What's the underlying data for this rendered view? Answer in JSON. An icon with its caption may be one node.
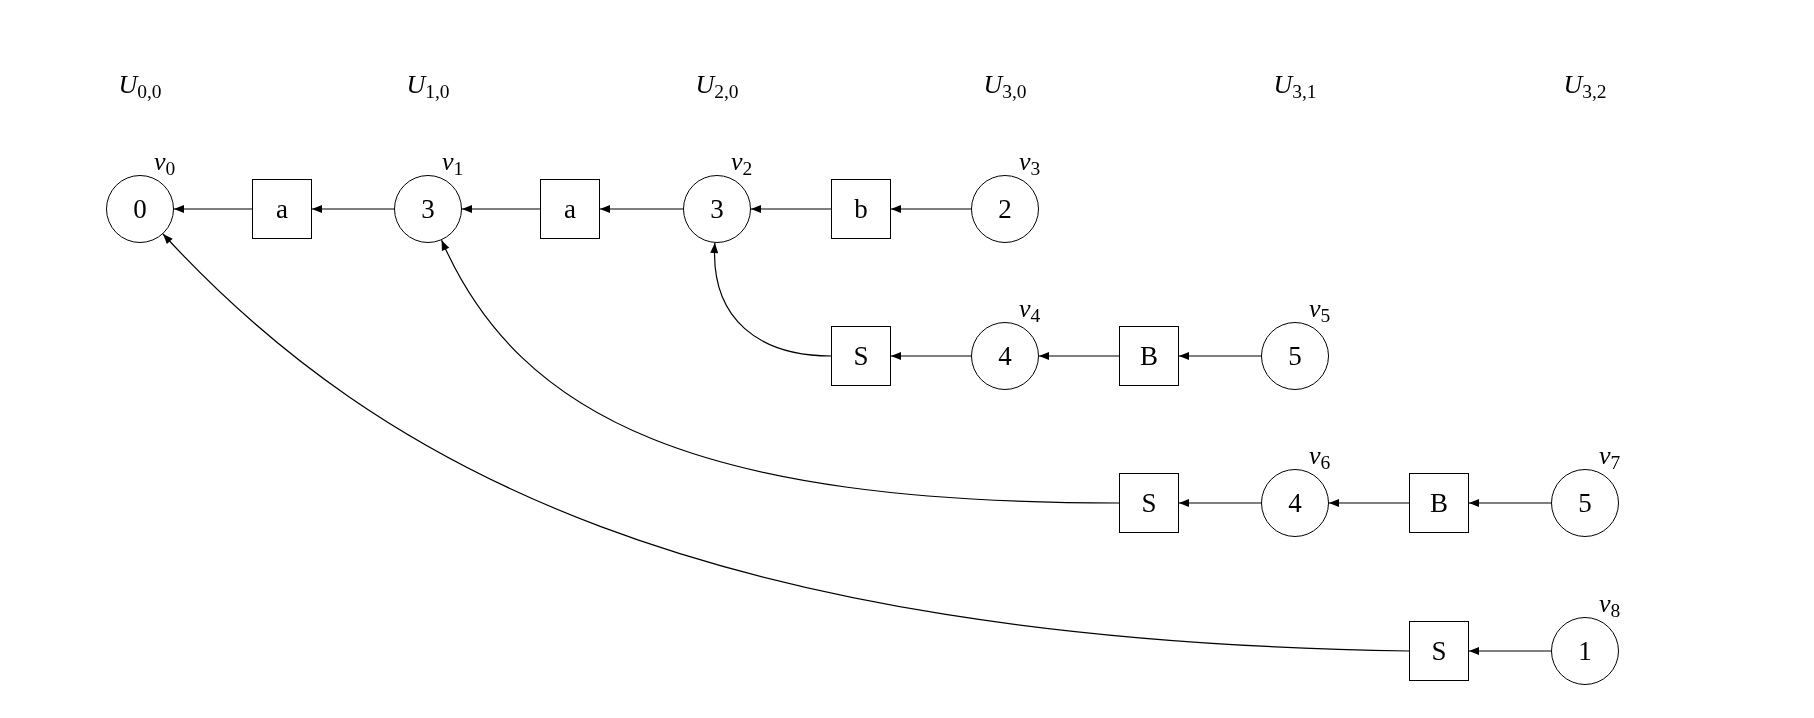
{
  "diagram": {
    "nodes": [
      {
        "text": [
          "0"
        ],
        "beside": [
          "*v*$_{0}$"
        ]
      },
      {
        "text": [
          "a"
        ]
      },
      {
        "text": [
          "3"
        ],
        "beside": [
          "*v*$_{1}$"
        ]
      },
      {
        "text": [
          "a"
        ]
      },
      {
        "text": [
          "3"
        ],
        "beside": [
          "*v*$_{2}$"
        ]
      },
      {
        "text": [
          "b"
        ]
      },
      {
        "text": [
          "2"
        ],
        "beside": [
          "*v*$_{3}$"
        ]
      },
      {
        "text": [
          "S"
        ]
      },
      {
        "text": [
          "4"
        ],
        "beside": [
          "*v*$_{4}$"
        ]
      },
      {
        "text": [
          "B"
        ]
      },
      {
        "text": [
          "5"
        ],
        "beside": [
          "*v*$_{5}$"
        ]
      },
      {
        "text": [
          "S"
        ]
      },
      {
        "text": [
          "4"
        ],
        "beside": [
          "*v*$_{6}$"
        ]
      },
      {
        "text": [
          "B"
        ]
      },
      {
        "text": [
          "5"
        ],
        "beside": [
          "*v*$_{7}$"
        ]
      },
      {
        "text": [
          "S"
        ]
      },
      {
        "text": [
          "1"
        ],
        "beside": [
          "*v*$_{8}$"
        ]
      }
    ],
    "edges": [
      {
        "from": 1,
        "to": 0,
        "arrow": "to"
      },
      {
        "from": 2,
        "to": 1,
        "arrow": "to"
      },
      {
        "from": 3,
        "to": 2,
        "arrow": "to"
      },
      {
        "from": 4,
        "to": 3,
        "arrow": "to"
      },
      {
        "from": 5,
        "to": 4,
        "arrow": "to"
      },
      {
        "from": 6,
        "to": 5,
        "arrow": "to"
      },
      {
        "from": 7,
        "to": 4,
        "arrow": "to"
      },
      {
        "from": 8,
        "to": 7,
        "arrow": "to"
      },
      {
        "from": 9,
        "to": 8,
        "arrow": "to"
      },
      {
        "from": 10,
        "to": 9,
        "arrow": "to"
      },
      {
        "from": 11,
        "to": 2,
        "arrow": "to"
      },
      {
        "from": 12,
        "to": 11,
        "arrow": "to"
      },
      {
        "from": 13,
        "to": 12,
        "arrow": "to"
      },
      {
        "from": 14,
        "to": 13,
        "arrow": "to"
      },
      {
        "from": 15,
        "to": 0,
        "arrow": "to"
      },
      {
        "from": 16,
        "to": 15,
        "arrow": "to"
      }
    ],
    "labels": [
      "*U*$_{0,0}$",
      "*U*$_{1,0}$",
      "*U*$_{2,0}$",
      "*U*$_{3,0}$",
      "*U*$_{3,1}$",
      "*U*$_{3,2}$"
    ]
  }
}
